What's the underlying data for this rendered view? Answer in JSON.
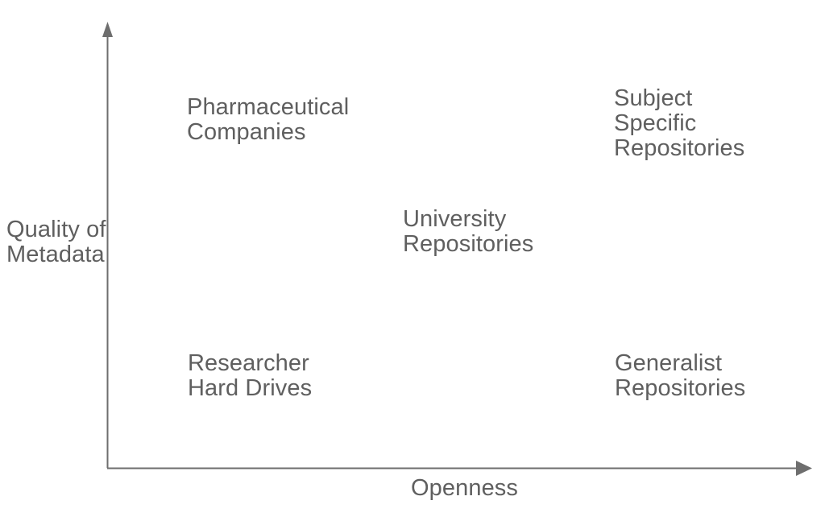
{
  "chart_data": {
    "type": "scatter",
    "title": "",
    "xlabel": "Openness",
    "ylabel": "Quality of\nMetadata",
    "xlim": [
      0,
      1
    ],
    "ylim": [
      0,
      1
    ],
    "grid": false,
    "legend": "none",
    "axis_style": "arrow",
    "points": [
      {
        "label": "Pharmaceutical\nCompanies",
        "x": 0.18,
        "y": 0.83
      },
      {
        "label": "Subject\nSpecific\nRepositories",
        "x": 0.79,
        "y": 0.85
      },
      {
        "label": "University\nRepositories",
        "x": 0.47,
        "y": 0.57
      },
      {
        "label": "Researcher\nHard Drives",
        "x": 0.18,
        "y": 0.25
      },
      {
        "label": "Generalist\nRepositories",
        "x": 0.79,
        "y": 0.25
      }
    ]
  },
  "diagram": {
    "axes": {
      "y_title": "Quality of\nMetadata",
      "x_title": "Openness"
    },
    "items": [
      {
        "name": "pharmaceutical-companies",
        "text": "Pharmaceutical\nCompanies"
      },
      {
        "name": "subject-specific-repositories",
        "text": "Subject\nSpecific\nRepositories"
      },
      {
        "name": "university-repositories",
        "text": "University\nRepositories"
      },
      {
        "name": "researcher-hard-drives",
        "text": "Researcher\nHard Drives"
      },
      {
        "name": "generalist-repositories",
        "text": "Generalist\nRepositories"
      }
    ]
  },
  "colors": {
    "text": "#5f5f5f",
    "axis": "#6e6e6e",
    "background": "#ffffff"
  }
}
